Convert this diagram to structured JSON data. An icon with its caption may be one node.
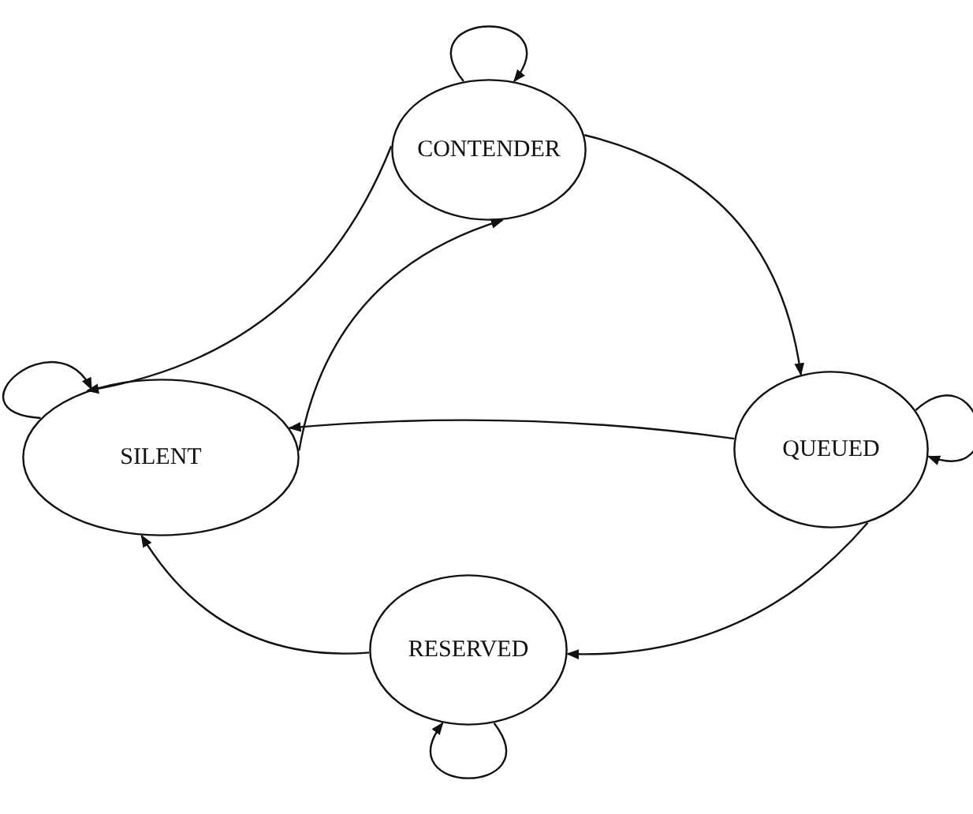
{
  "diagram": {
    "nodes": [
      {
        "text": [
          "CONTENDER"
        ]
      },
      {
        "text": [
          "SILENT"
        ]
      },
      {
        "text": [
          "QUEUED"
        ]
      },
      {
        "text": [
          "RESERVED"
        ]
      }
    ],
    "edges": [
      {
        "from": 0,
        "to": 0,
        "arrow": "to"
      },
      {
        "from": 1,
        "to": 1,
        "arrow": "to"
      },
      {
        "from": 2,
        "to": 2,
        "arrow": "to"
      },
      {
        "from": 3,
        "to": 3,
        "arrow": "to"
      },
      {
        "from": 0,
        "to": 1,
        "arrow": "to"
      },
      {
        "from": 1,
        "to": 0,
        "arrow": "to"
      },
      {
        "from": 0,
        "to": 2,
        "arrow": "to"
      },
      {
        "from": 2,
        "to": 1,
        "arrow": "to"
      },
      {
        "from": 2,
        "to": 3,
        "arrow": "to"
      },
      {
        "from": 3,
        "to": 1,
        "arrow": "to"
      }
    ]
  }
}
